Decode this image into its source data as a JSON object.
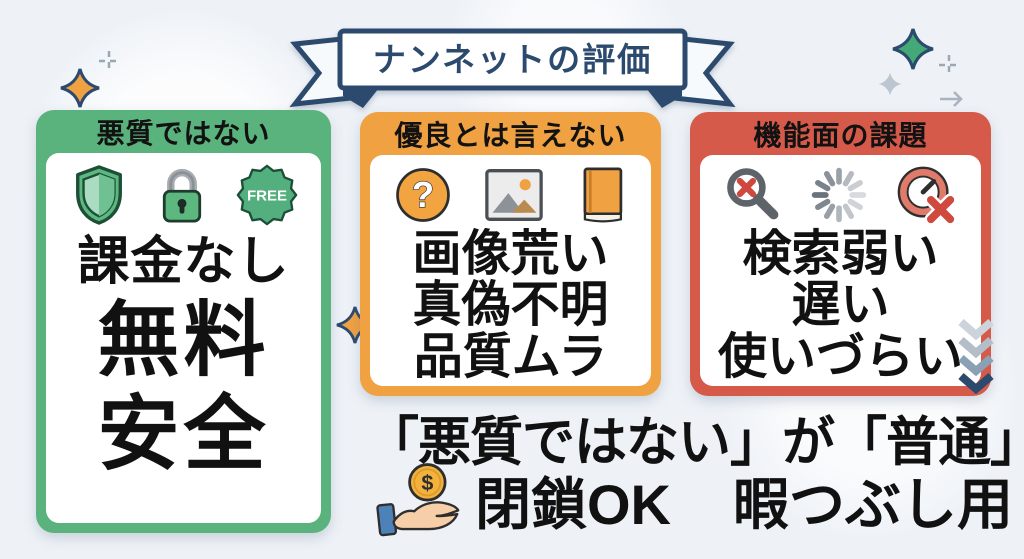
{
  "banner": {
    "title": "ナンネットの評価"
  },
  "cards": [
    {
      "header": "悪質ではない",
      "color": "#5ab27d",
      "icons": [
        "shield-icon",
        "lock-icon",
        "free-badge-icon"
      ],
      "badge_label": "FREE",
      "lines": [
        "課金なし",
        "無料",
        "安全"
      ]
    },
    {
      "header": "優良とは言えない",
      "color": "#f0a142",
      "icons": [
        "question-icon",
        "image-icon",
        "book-icon"
      ],
      "question_mark": "?",
      "lines": [
        "画像荒い",
        "真偽不明",
        "品質ムラ"
      ]
    },
    {
      "header": "機能面の課題",
      "color": "#d65a49",
      "icons": [
        "broken-search-icon",
        "loading-spinner-icon",
        "slow-gauge-icon"
      ],
      "lines": [
        "検索弱い",
        "遅い",
        "使いづらい"
      ]
    }
  ],
  "summary": {
    "line1": "「悪質ではない」が「普通」",
    "closure": "閉鎖OK",
    "pastime": "暇つぶし用",
    "coin_symbol": "$"
  },
  "colors": {
    "background": "#eef2f7",
    "navy": "#2c4a6e",
    "green": "#5ab27d",
    "orange": "#f0a142",
    "red": "#d65a49"
  }
}
